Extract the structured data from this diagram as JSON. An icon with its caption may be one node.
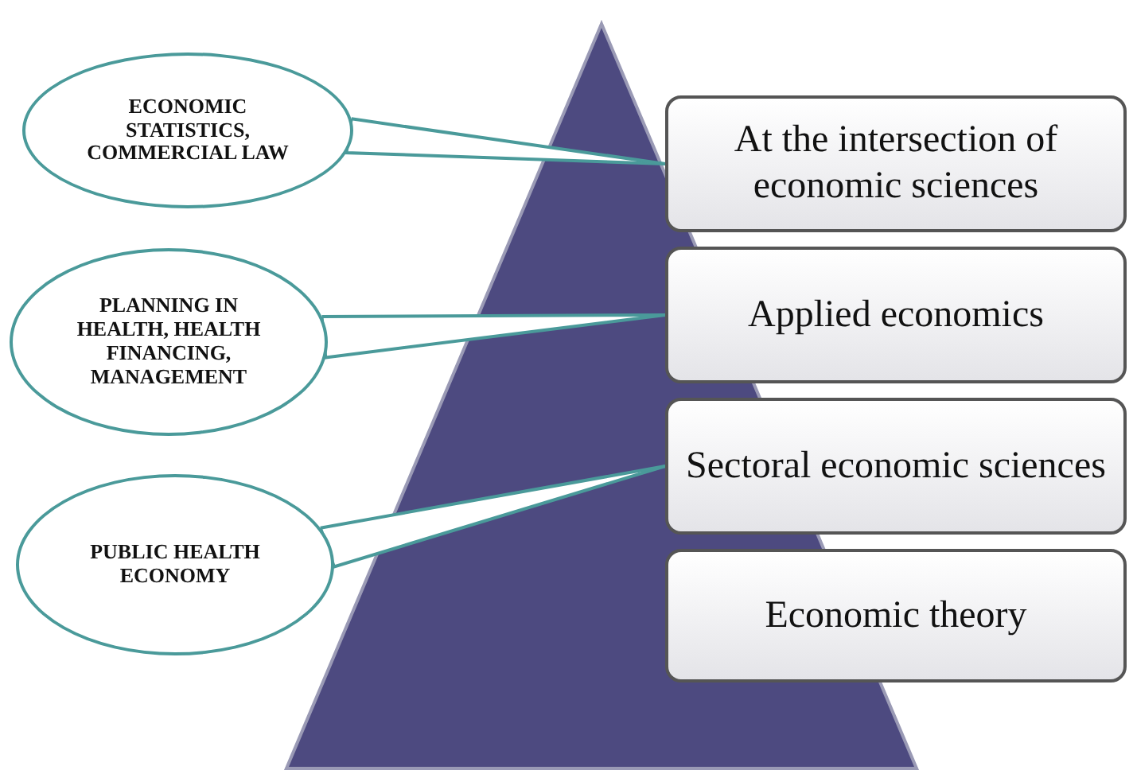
{
  "diagram": {
    "nodes": [
      {
        "text": [
          "ECONOMIC STATISTICS, COMMERCIAL LAW"
        ]
      },
      {
        "text": [
          "At the intersection of economic sciences"
        ]
      },
      {
        "text": [
          "PLANNING IN HEALTH, HEALTH FINANCING, MANAGEMENT"
        ]
      },
      {
        "text": [
          "Applied economics"
        ]
      },
      {
        "text": [
          "PUBLIC HEALTH ECONOMY"
        ]
      },
      {
        "text": [
          "Sectoral economic sciences"
        ]
      },
      {
        "text": [
          "Economic theory"
        ]
      }
    ],
    "edges": [
      {
        "from": 0,
        "to": 1,
        "arrow": "none"
      },
      {
        "from": 2,
        "to": 3,
        "arrow": "none"
      },
      {
        "from": 4,
        "to": 5,
        "arrow": "none"
      }
    ]
  }
}
